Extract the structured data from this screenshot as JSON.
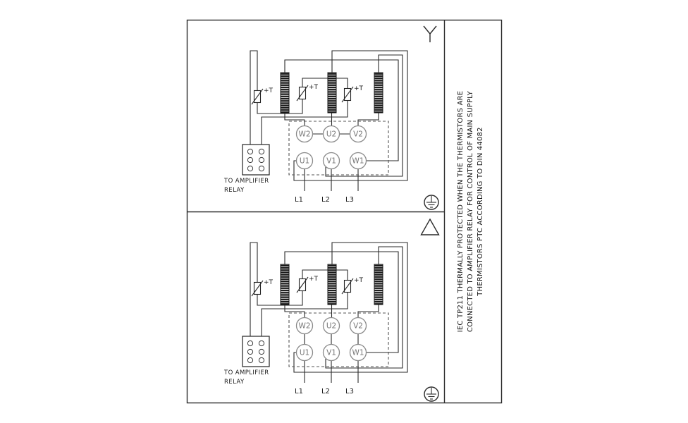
{
  "colors": {
    "background": "#ffffff",
    "line": "#2a2a2a",
    "terminal_stroke": "#8a8a8a",
    "text": "#1a1a1a"
  },
  "note_panel": {
    "lines": [
      "IEC TP211 THERMALLY PROTECTED WHEN THE THERMISTORS ARE",
      "CONNECTED TO AMPLIFIER RELAY FOR CONTROL OF MAIN SUPPLY",
      "THERMISTORS PTC ACCORDING TO DIN 44082"
    ]
  },
  "star_section": {
    "connection_symbol": "star-connection-icon",
    "ground_symbol": "earth-ground-icon",
    "relay_label": {
      "line1": "TO AMPLIFIER",
      "line2": "RELAY"
    },
    "thermistor_labels": [
      "+T",
      "+T",
      "+T"
    ],
    "terminals": {
      "top_row": [
        "W2",
        "U2",
        "V2"
      ],
      "bottom_row": [
        "U1",
        "V1",
        "W1"
      ]
    },
    "supply_lines": [
      "L1",
      "L2",
      "L3"
    ]
  },
  "delta_section": {
    "connection_symbol": "delta-connection-icon",
    "ground_symbol": "earth-ground-icon",
    "relay_label": {
      "line1": "TO AMPLIFIER",
      "line2": "RELAY"
    },
    "thermistor_labels": [
      "+T",
      "+T",
      "+T"
    ],
    "terminals": {
      "top_row": [
        "W2",
        "U2",
        "V2"
      ],
      "bottom_row": [
        "U1",
        "V1",
        "W1"
      ]
    },
    "supply_lines": [
      "L1",
      "L2",
      "L3"
    ]
  }
}
